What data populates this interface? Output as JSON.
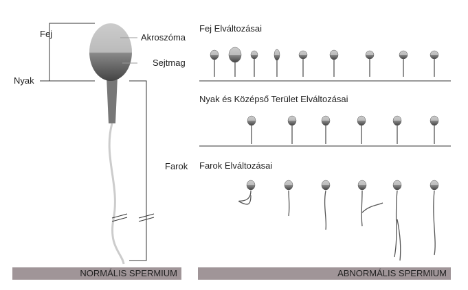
{
  "normal": {
    "labels": {
      "head": "Fej",
      "neck": "Nyak",
      "acrosome": "Akroszóma",
      "nucleus": "Sejtmag",
      "tail": "Farok"
    },
    "caption": "NORMÁLIS SPERMIUM"
  },
  "abnormal": {
    "sections": [
      {
        "title": "Fej Elváltozásai"
      },
      {
        "title": "Nyak és Középső Terület Elváltozásai"
      },
      {
        "title": "Farok Elváltozásai"
      }
    ],
    "caption": "ABNORMÁLIS SPERMIUM"
  }
}
